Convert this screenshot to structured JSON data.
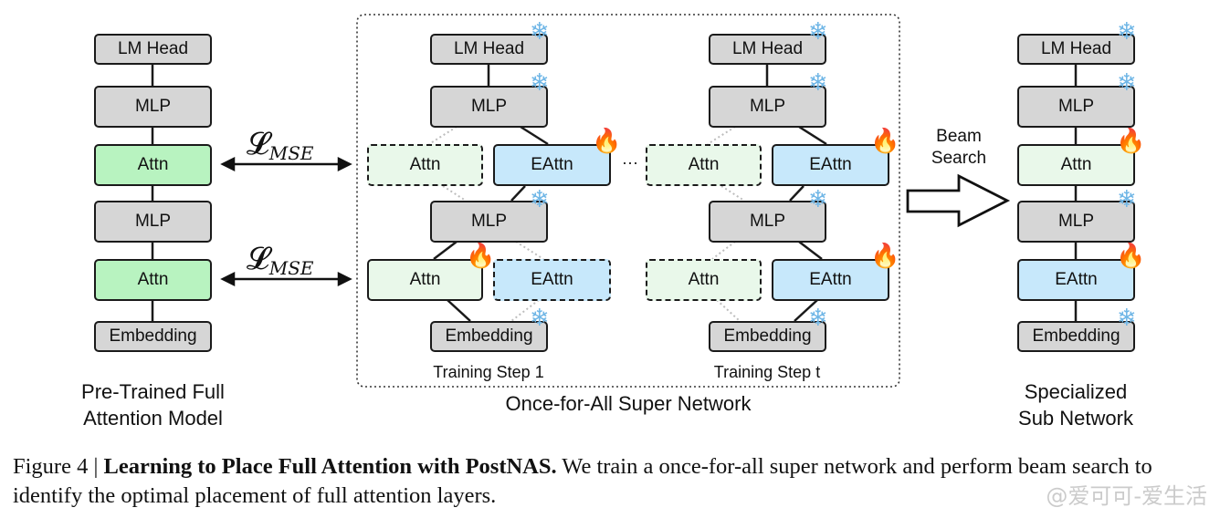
{
  "blocks": {
    "lm_head": "LM Head",
    "mlp": "MLP",
    "attn": "Attn",
    "eattn": "EAttn",
    "embedding": "Embedding"
  },
  "loss_label": {
    "symbol": "𝓛",
    "subscript": "MSE"
  },
  "ellipsis": "···",
  "arrow_label": "Beam\nSearch",
  "captions": {
    "pretrained": "Pre-Trained Full\nAttention Model",
    "step1": "Training Step 1",
    "stept": "Training Step t",
    "supernet": "Once-for-All Super Network",
    "specialized": "Specialized\nSub Network"
  },
  "figure_caption": {
    "prefix": "Figure 4 | ",
    "title": "Learning to Place Full Attention with PostNAS.",
    "body": " We train a once-for-all super network and perform beam search to identify the optimal placement of full attention layers."
  },
  "watermark": "@爱可可-爱生活",
  "icons": {
    "frozen": "snowflake-icon",
    "trainable": "fire-icon"
  },
  "colors": {
    "full_attention": "#b8f3c0",
    "full_attention_light": "#e9f8ea",
    "efficient_attention": "#c7e8fb",
    "frozen_block": "#d6d6d6"
  }
}
